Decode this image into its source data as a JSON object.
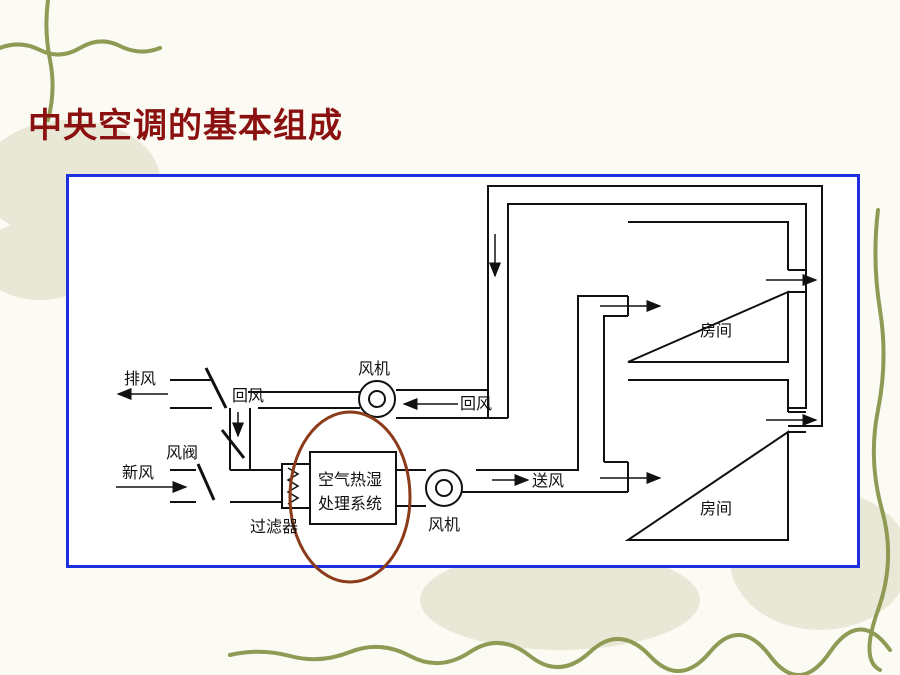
{
  "slide": {
    "title": "中央空调的基本组成"
  },
  "diagram": {
    "exhaust_air": "排风",
    "return_air_left": "回风",
    "fan_top": "风机",
    "return_air_right": "回风",
    "damper": "风阀",
    "fresh_air": "新风",
    "filter": "过滤器",
    "unit_line1": "空气热湿",
    "unit_line2": "处理系统",
    "fan_bottom": "风机",
    "supply_air": "送风",
    "room_top": "房间",
    "room_bottom": "房间"
  },
  "colors": {
    "title": "#8b1010",
    "frame_border": "#1d2fe0",
    "highlight_ellipse": "#8b3a1a"
  }
}
